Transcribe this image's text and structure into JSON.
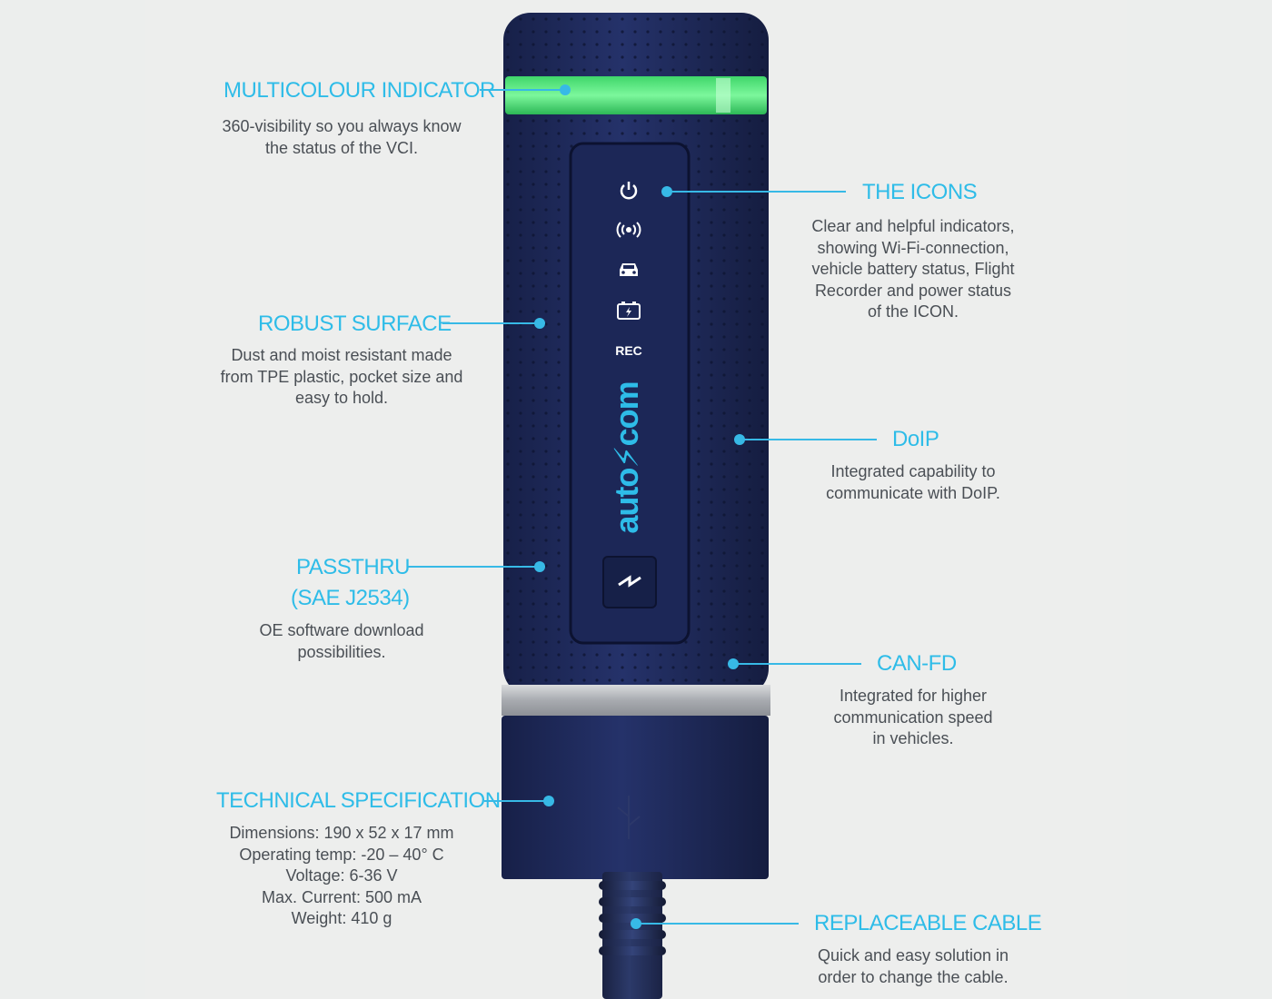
{
  "features": {
    "multicolour": {
      "title": "MULTICOLOUR INDICATOR",
      "desc": "360-visibility so you always know\nthe status of the VCI."
    },
    "robust": {
      "title": "ROBUST SURFACE",
      "desc": "Dust and moist resistant made\nfrom TPE plastic, pocket size and\neasy to hold."
    },
    "passthru": {
      "title_line1": "PASSTHRU",
      "title_line2": "(SAE J2534)",
      "desc": "OE software download\npossibilities."
    },
    "techspec": {
      "title": "TECHNICAL SPECIFICATION",
      "desc": "Dimensions: 190 x 52 x 17 mm\nOperating temp: -20 – 40° C\nVoltage: 6-36 V\nMax. Current: 500 mA\nWeight: 410 g"
    },
    "icons": {
      "title": "THE ICONS",
      "desc": "Clear and helpful indicators,\nshowing Wi-Fi-connection,\nvehicle battery status, Flight\nRecorder and power status\nof the ICON."
    },
    "doip": {
      "title": "DoIP",
      "desc": "Integrated capability to\ncommunicate with DoIP."
    },
    "canfd": {
      "title": "CAN-FD",
      "desc": "Integrated for higher\ncommunication speed\nin vehicles."
    },
    "cable": {
      "title": "REPLACEABLE CABLE",
      "desc": "Quick and easy solution in\norder to change the cable."
    }
  },
  "device": {
    "brand": "auto⚡com",
    "rec_label": "REC",
    "icons": [
      "power-icon",
      "wifi-icon",
      "car-icon",
      "battery-icon"
    ],
    "colors": {
      "body": "#1f2a55",
      "indicator": "#4ff07a",
      "accent": "#2ebce8",
      "band": "#b9bcc0"
    }
  }
}
